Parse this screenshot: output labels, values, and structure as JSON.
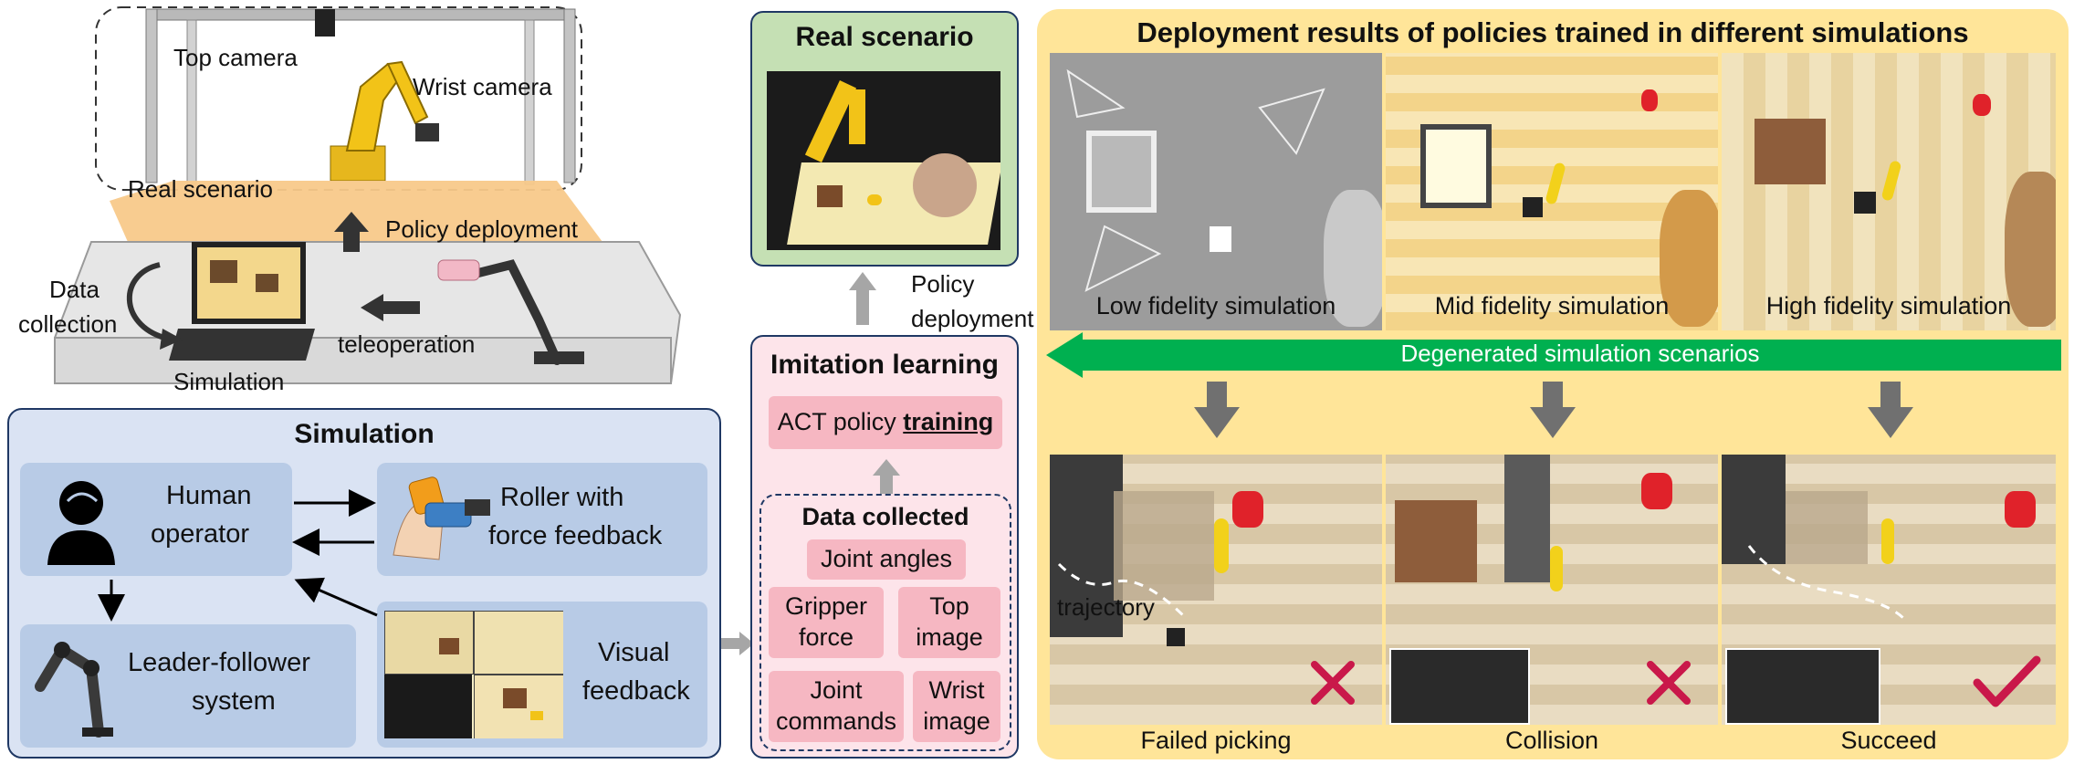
{
  "setup": {
    "top_camera": "Top camera",
    "wrist_camera": "Wrist camera",
    "real_scenario": "Real scenario",
    "policy_deployment": "Policy deployment",
    "data_collection_1": "Data",
    "data_collection_2": "collection",
    "teleoperation": "teleoperation",
    "simulation": "Simulation"
  },
  "simulation_panel": {
    "title": "Simulation",
    "human_operator_1": "Human",
    "human_operator_2": "operator",
    "roller_1": "Roller with",
    "roller_2": "force feedback",
    "leader_follower_1": "Leader-follower",
    "leader_follower_2": "system",
    "visual_feedback_1": "Visual",
    "visual_feedback_2": "feedback"
  },
  "real_panel": {
    "title": "Real scenario",
    "policy_deployment_1": "Policy",
    "policy_deployment_2": "deployment"
  },
  "imitation_panel": {
    "title": "Imitation learning",
    "act_policy": "ACT policy ",
    "training": "training",
    "data_collected_title": "Data collected",
    "joint_angles": "Joint angles",
    "gripper_force_1": "Gripper",
    "gripper_force_2": "force",
    "top_image_1": "Top",
    "top_image_2": "image",
    "joint_commands_1": "Joint",
    "joint_commands_2": "commands",
    "wrist_image_1": "Wrist",
    "wrist_image_2": "image"
  },
  "results_panel": {
    "title": "Deployment results of policies trained in different simulations",
    "low": "Low fidelity simulation",
    "mid": "Mid fidelity simulation",
    "high": "High fidelity simulation",
    "degenerated": "Degenerated simulation scenarios",
    "trajectory": "trajectory",
    "failed": "Failed picking",
    "collision": "Collision",
    "succeed": "Succeed"
  },
  "colors": {
    "sim_panel_bg": "#dae3f3",
    "sim_box": "#b8cbe6",
    "results_bg": "#ffe599",
    "real_bg": "#c5e0b4",
    "imitation_bg": "#fde4ea",
    "tag_pink": "#f6b7c2",
    "green_arrow": "#00b050",
    "cross_red": "#c9184a"
  }
}
